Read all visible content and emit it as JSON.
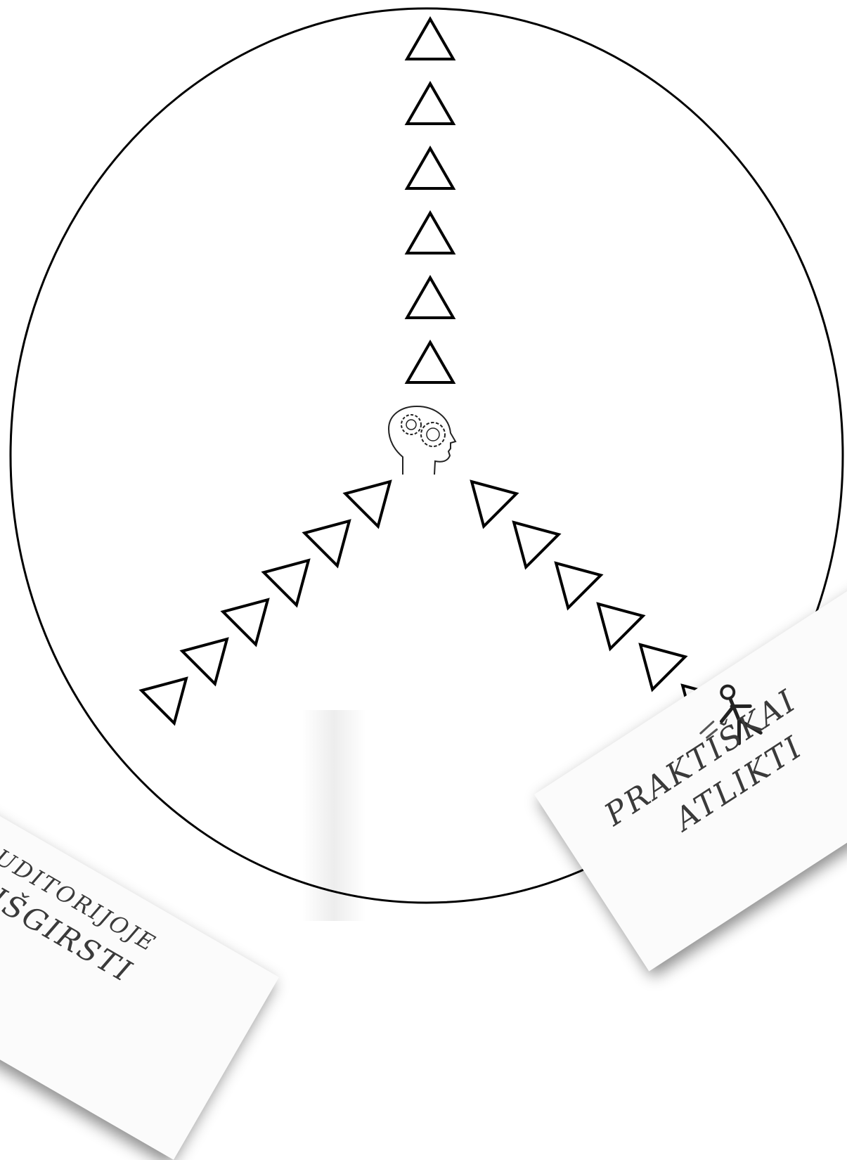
{
  "cards": {
    "left": {
      "title": "Auditorijoje",
      "subtitle": "IŠGIRSTI"
    },
    "right": {
      "title": "PRAKTIŠKAI",
      "subtitle": "ATLIKTI"
    }
  },
  "diagram": {
    "branches": [
      {
        "name": "up",
        "triangle_count": 6
      },
      {
        "name": "left-down",
        "triangle_count": 6
      },
      {
        "name": "right-down",
        "triangle_count": 6
      }
    ],
    "center_icon": "head-with-gears-icon",
    "mark_icon": "triangle-outline-icon",
    "stroke_color": "#000000"
  }
}
